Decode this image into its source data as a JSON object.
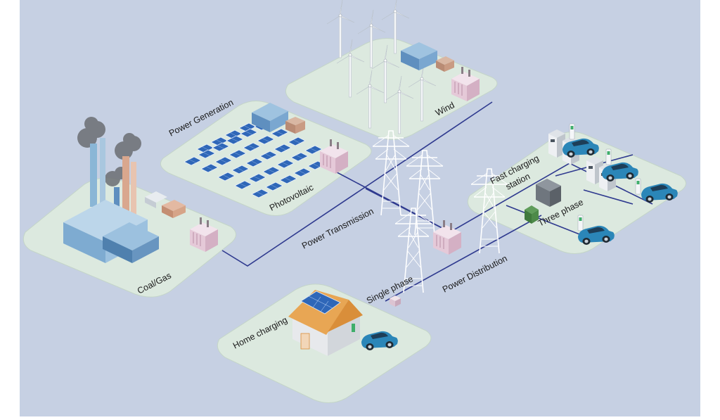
{
  "colors": {
    "background": "#c6d0e3",
    "platform": "#dce9df",
    "platform_edge": "#b9ccbf",
    "grid_line": "#2f3a8f",
    "solar_panel": "#2f67b8",
    "factory": "#8ab6d6",
    "car": "#2b86b8"
  },
  "labels": {
    "power_generation": "Power Generation",
    "photovoltaic": "Photovoltaic",
    "wind": "Wind",
    "coal_gas": "Coal/Gas",
    "power_transmission": "Power Transmission",
    "power_distribution": "Power Distribution",
    "single_phase": "Single phase",
    "home_charging": "Home charging",
    "fast_charging_line1": "Fast charging",
    "fast_charging_line2": "station",
    "three_phase": "Three phase"
  }
}
